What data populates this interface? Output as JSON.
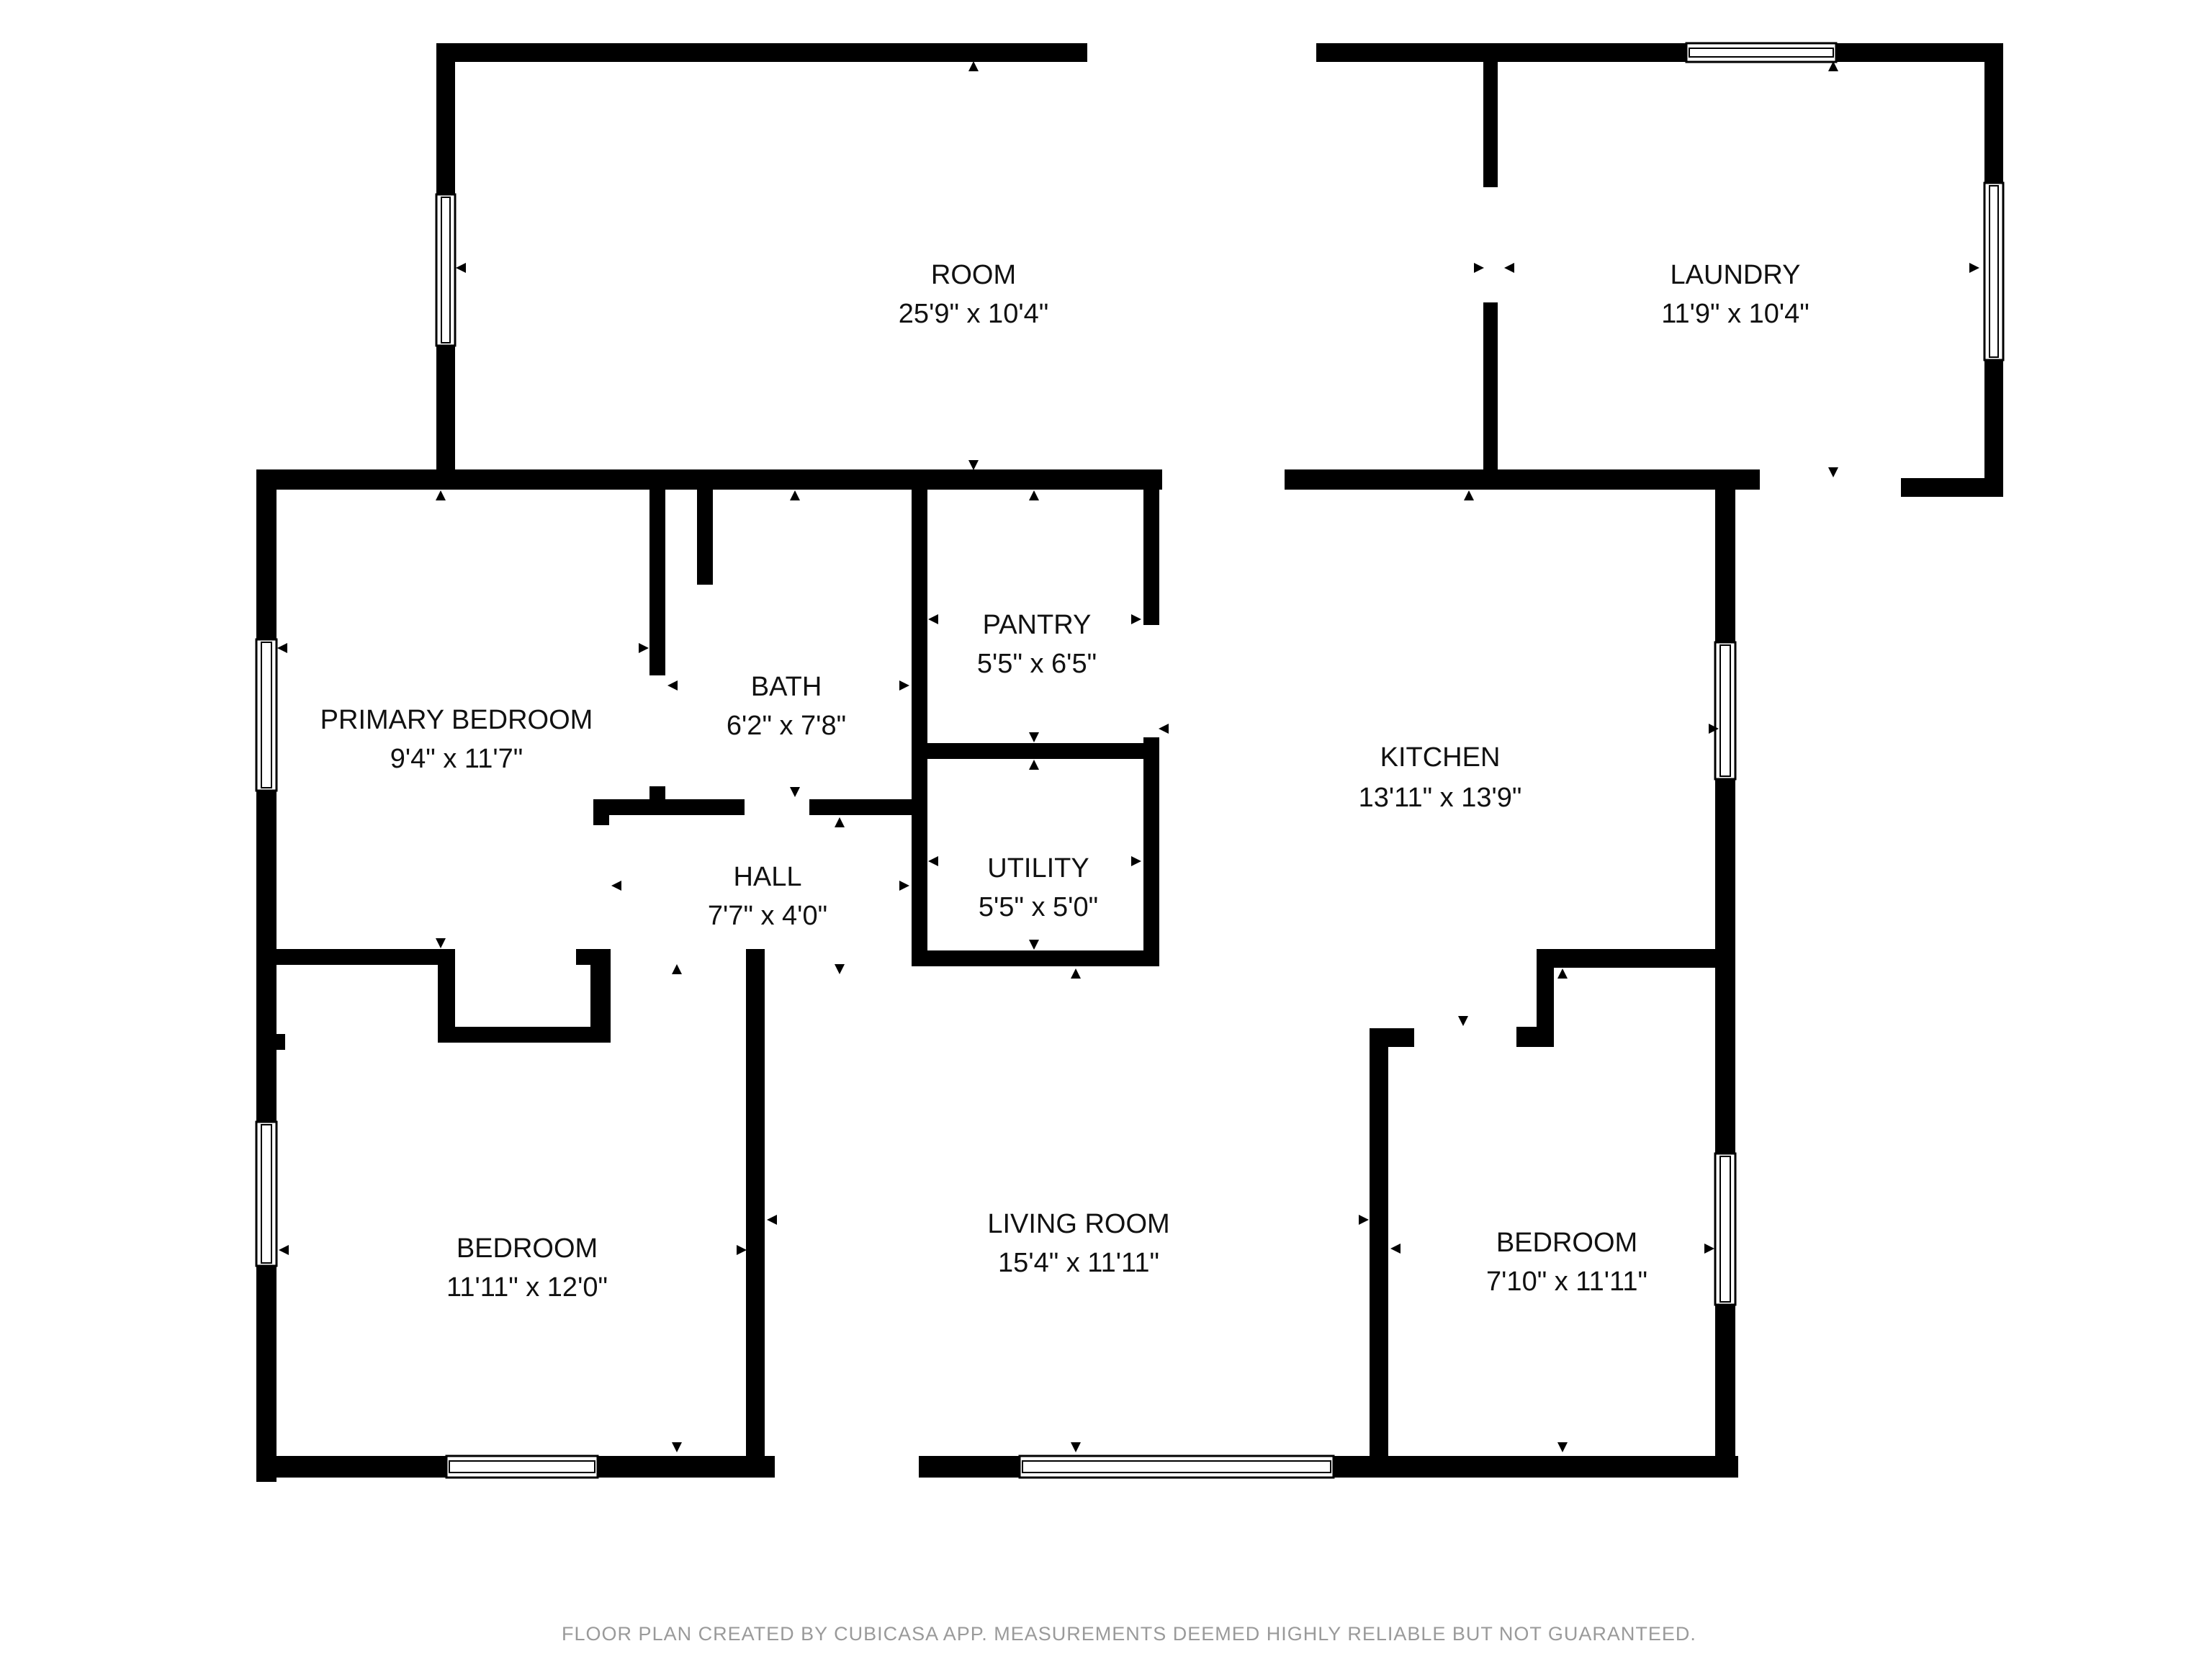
{
  "rooms": {
    "room": {
      "name": "ROOM",
      "dims": "25'9\" x 10'4\""
    },
    "laundry": {
      "name": "LAUNDRY",
      "dims": "11'9\" x 10'4\""
    },
    "pantry": {
      "name": "PANTRY",
      "dims": "5'5\" x 6'5\""
    },
    "bath": {
      "name": "BATH",
      "dims": "6'2\" x 7'8\""
    },
    "primary_bedroom": {
      "name": "PRIMARY BEDROOM",
      "dims": "9'4\" x 11'7\""
    },
    "kitchen": {
      "name": "KITCHEN",
      "dims": "13'11\" x 13'9\""
    },
    "hall": {
      "name": "HALL",
      "dims": "7'7\" x 4'0\""
    },
    "utility": {
      "name": "UTILITY",
      "dims": "5'5\" x 5'0\""
    },
    "living_room": {
      "name": "LIVING ROOM",
      "dims": "15'4\" x 11'11\""
    },
    "bedroom_left": {
      "name": "BEDROOM",
      "dims": "11'11\" x 12'0\""
    },
    "bedroom_right": {
      "name": "BEDROOM",
      "dims": "7'10\" x 11'11\""
    }
  },
  "footer": "FLOOR PLAN CREATED BY CUBICASA APP. MEASUREMENTS DEEMED HIGHLY RELIABLE BUT NOT GUARANTEED.",
  "colors": {
    "wall": "#000000",
    "text": "#111111",
    "footer_text": "#9a9a9a",
    "background": "#ffffff"
  }
}
